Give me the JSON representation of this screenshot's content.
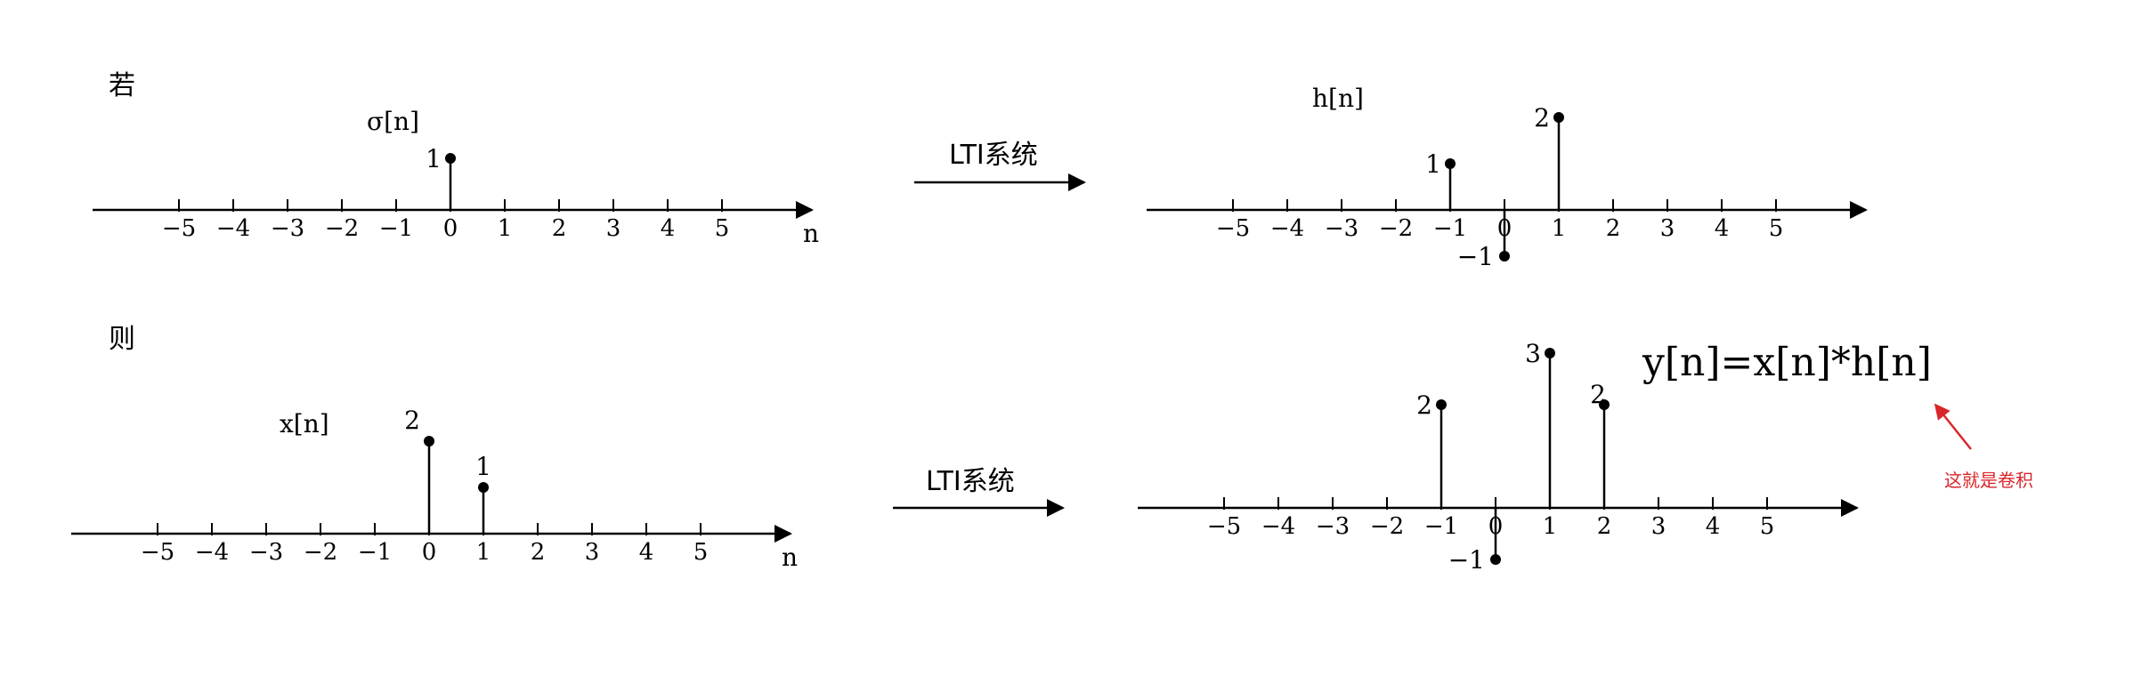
{
  "labels": {
    "if": "若",
    "then": "则",
    "system_top": "LTI系统",
    "system_bottom": "LTI系统",
    "formula": "y[n]=x[n]*h[n]",
    "annotation": "这就是卷积"
  },
  "colors": {
    "ink": "#000000",
    "annotation": "#d9262b"
  },
  "chart_data": [
    {
      "id": "delta",
      "type": "stem",
      "title": "σ[n]",
      "xlabel": "n",
      "x_ticks": [
        -5,
        -4,
        -3,
        -2,
        -1,
        0,
        1,
        2,
        3,
        4,
        5
      ],
      "points": [
        {
          "x": 0,
          "y": 1,
          "label": "1"
        }
      ]
    },
    {
      "id": "h",
      "type": "stem",
      "title": "h[n]",
      "xlabel": "",
      "x_ticks": [
        -5,
        -4,
        -3,
        -2,
        -1,
        0,
        1,
        2,
        3,
        4,
        5
      ],
      "points": [
        {
          "x": -1,
          "y": 1,
          "label": "1"
        },
        {
          "x": 0,
          "y": -1,
          "label": "−1"
        },
        {
          "x": 1,
          "y": 2,
          "label": "2"
        }
      ]
    },
    {
      "id": "x",
      "type": "stem",
      "title": "x[n]",
      "xlabel": "n",
      "x_ticks": [
        -5,
        -4,
        -3,
        -2,
        -1,
        0,
        1,
        2,
        3,
        4,
        5
      ],
      "points": [
        {
          "x": 0,
          "y": 2,
          "label": "2"
        },
        {
          "x": 1,
          "y": 1,
          "label": "1"
        }
      ]
    },
    {
      "id": "y",
      "type": "stem",
      "title": "",
      "xlabel": "",
      "x_ticks": [
        -5,
        -4,
        -3,
        -2,
        -1,
        0,
        1,
        2,
        3,
        4,
        5
      ],
      "points": [
        {
          "x": -1,
          "y": 2,
          "label": "2"
        },
        {
          "x": 0,
          "y": -1,
          "label": "−1"
        },
        {
          "x": 1,
          "y": 3,
          "label": "3"
        },
        {
          "x": 2,
          "y": 2,
          "label": "2"
        }
      ]
    }
  ]
}
